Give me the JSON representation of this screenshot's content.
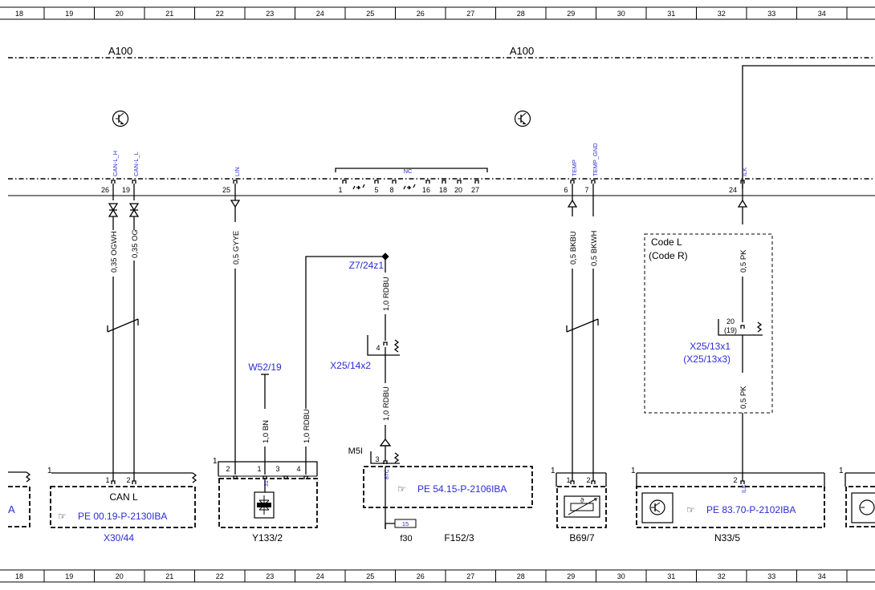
{
  "ruler": {
    "columns": [
      "18",
      "19",
      "20",
      "21",
      "22",
      "23",
      "24",
      "25",
      "26",
      "27",
      "28",
      "29",
      "30",
      "31",
      "32",
      "33",
      "34"
    ]
  },
  "modules": {
    "left": "A100",
    "right": "A100"
  },
  "top_pins": [
    {
      "id": "p26",
      "num": "26",
      "signal": "CAN-L_H",
      "wire": "0,35 OGWH"
    },
    {
      "id": "p19",
      "num": "19",
      "signal": "CAN-L_L",
      "wire": "0,35 OG"
    },
    {
      "id": "p25",
      "num": "25",
      "signal": "LIN",
      "wire": "0,5 GYYE"
    },
    {
      "id": "p6",
      "num": "6",
      "signal": "TEMP",
      "wire": "0,5 BKBU"
    },
    {
      "id": "p7",
      "num": "7",
      "signal": "TEMP_GND",
      "wire": "0,5 BKWH"
    },
    {
      "id": "p24",
      "num": "24",
      "signal": "ILK",
      "wire": "0,5 PK"
    }
  ],
  "nc_group": {
    "label": "NC",
    "pins": [
      "1",
      "5",
      "8",
      "16",
      "18",
      "20",
      "27"
    ]
  },
  "splice": "Z7/24z1",
  "wires": {
    "rdbu_a": "1,0 RDBU",
    "rdbu_b": "1,0 RDBU",
    "rdbu_c": "1,0 RDBU",
    "bn": "1,0 BN",
    "pk_lower": "0,5 PK"
  },
  "connectors": {
    "x25_14x2": {
      "label": "X25/14x2",
      "pin": "4"
    },
    "w52_19": "W52/19",
    "x25_13x1": {
      "label": "X25/13x1",
      "alt": "(X25/13x3)",
      "pin": "20",
      "alt_pin": "(19)"
    },
    "m5i": "M5I",
    "f152_pin": "3",
    "f152_ref": "87C",
    "fuse": {
      "value": "15",
      "label": "f30"
    }
  },
  "code_box": {
    "line1": "Code L",
    "line2": "(Code R)"
  },
  "components": {
    "partial_left": {
      "text": "A"
    },
    "x30_44": {
      "name": "X30/44",
      "title": "CAN L",
      "ref": "PE 00.19-P-2130IBA",
      "pins": [
        "1",
        "2"
      ],
      "corner": "1"
    },
    "y133_2": {
      "name": "Y133/2",
      "pins": [
        "2",
        "1",
        "3",
        "4"
      ],
      "inner_pin": "31",
      "corner": "1"
    },
    "f152_3": {
      "name": "F152/3",
      "ref": "PE 54.15-P-2106IBA"
    },
    "b69_7": {
      "name": "B69/7",
      "pins": [
        "1",
        "2"
      ],
      "corner": "1"
    },
    "n33_5": {
      "name": "N33/5",
      "ref": "PE 83.70-P-2102IBA",
      "pin": "2",
      "inner_pin": "ILK",
      "corner": "1"
    }
  }
}
